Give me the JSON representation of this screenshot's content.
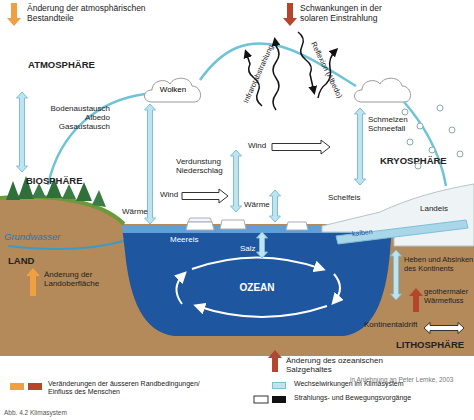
{
  "diagram": {
    "caption": "Abb. 4.2 Klimasystem",
    "nodes": [
      {
        "text": [
          "Wolken"
        ]
      },
      {
        "text": [
          "OZEAN"
        ]
      }
    ],
    "edges": [
      {
        "from": 0,
        "to": 1,
        "arrow": "both"
      }
    ],
    "labels": [
      "Änderung der atmosphärischen Bestandteile",
      "Schwankungen in der solaren Einstrahlung",
      "ATMOSPHÄRE",
      "Infrarotabstrahlung",
      "Reflexion (Albedo)",
      "Bodenaustausch Albedo Gasaustausch",
      "Wind",
      "Verdunstung Niederschlag",
      "Schmelzen Schneefall",
      "BIOSPHÄRE",
      "Wind",
      "Wärme",
      "Wärme",
      "KRYOSPHÄRE",
      "Schelfeis",
      "Landeis",
      "Meereis",
      "Salz",
      "Grundwasser",
      "kalben",
      "LAND",
      "Änderung der Landoberfläche",
      "Heben und Absinken des Kontinents",
      "geothermaler Wärmefluss",
      "Kontinentaldrift",
      "LITHOSPHÄRE",
      "Änderung des ozeanischen Salzgehaltes",
      "in Anlehnung an Peter Lemke, 2003"
    ],
    "legend": [
      {
        "text": "Veränderungen der äusseren Randbedingungen/ Einfluss des Menschen",
        "color": "#b5452b"
      },
      {
        "text": "Wechselwirkungen im Klimasystem",
        "color": "#bfe3ef"
      },
      {
        "text": "Strahlungs- und Bewegungsvorgänge",
        "color": "#111111"
      }
    ]
  }
}
